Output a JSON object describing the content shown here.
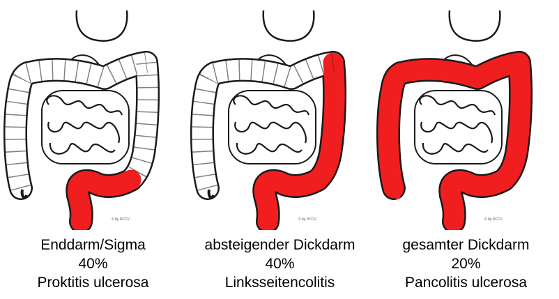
{
  "colors": {
    "inflamed": "#f01e1e",
    "outline": "#1a1a1a",
    "healthy": "#ffffff"
  },
  "watermark": "© by DCCV",
  "panels": [
    {
      "region": "Enddarm/Sigma",
      "percent": "40%",
      "name": "Proktitis ulcerosa",
      "extent": "rectum-sigmoid"
    },
    {
      "region": "absteigender Dickdarm",
      "percent": "40%",
      "name": "Linksseitencolitis",
      "extent": "left-sided"
    },
    {
      "region": "gesamter Dickdarm",
      "percent": "20%",
      "name": "Pancolitis ulcerosa",
      "extent": "total"
    }
  ]
}
